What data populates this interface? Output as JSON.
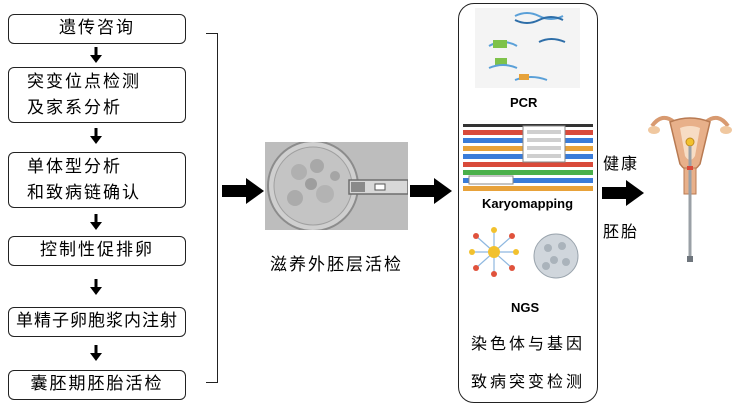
{
  "workflow": {
    "steps": [
      {
        "lines": [
          "遗传咨询"
        ]
      },
      {
        "lines": [
          "突变位点检测",
          "及家系分析"
        ]
      },
      {
        "lines": [
          "单体型分析",
          "和致病链确认"
        ]
      },
      {
        "lines": [
          "控制性促排卵"
        ]
      },
      {
        "lines": [
          "单精子卵胞浆内注射"
        ]
      },
      {
        "lines": [
          "囊胚期胚胎活检"
        ]
      }
    ]
  },
  "biopsy": {
    "caption": "滋养外胚层活检"
  },
  "methods": {
    "items": [
      {
        "label": "PCR"
      },
      {
        "label": "Karyomapping"
      },
      {
        "label": "NGS"
      }
    ],
    "summary_line1": "染色体与基因",
    "summary_line2": "致病突变检测"
  },
  "outcome": {
    "label_top": "健康",
    "label_bottom": "胚胎"
  },
  "colors": {
    "arrow": "#000000",
    "border": "#222222",
    "uterus": "#e8b08a",
    "ngs_red": "#e0523c",
    "ngs_yellow": "#f2c12e"
  }
}
